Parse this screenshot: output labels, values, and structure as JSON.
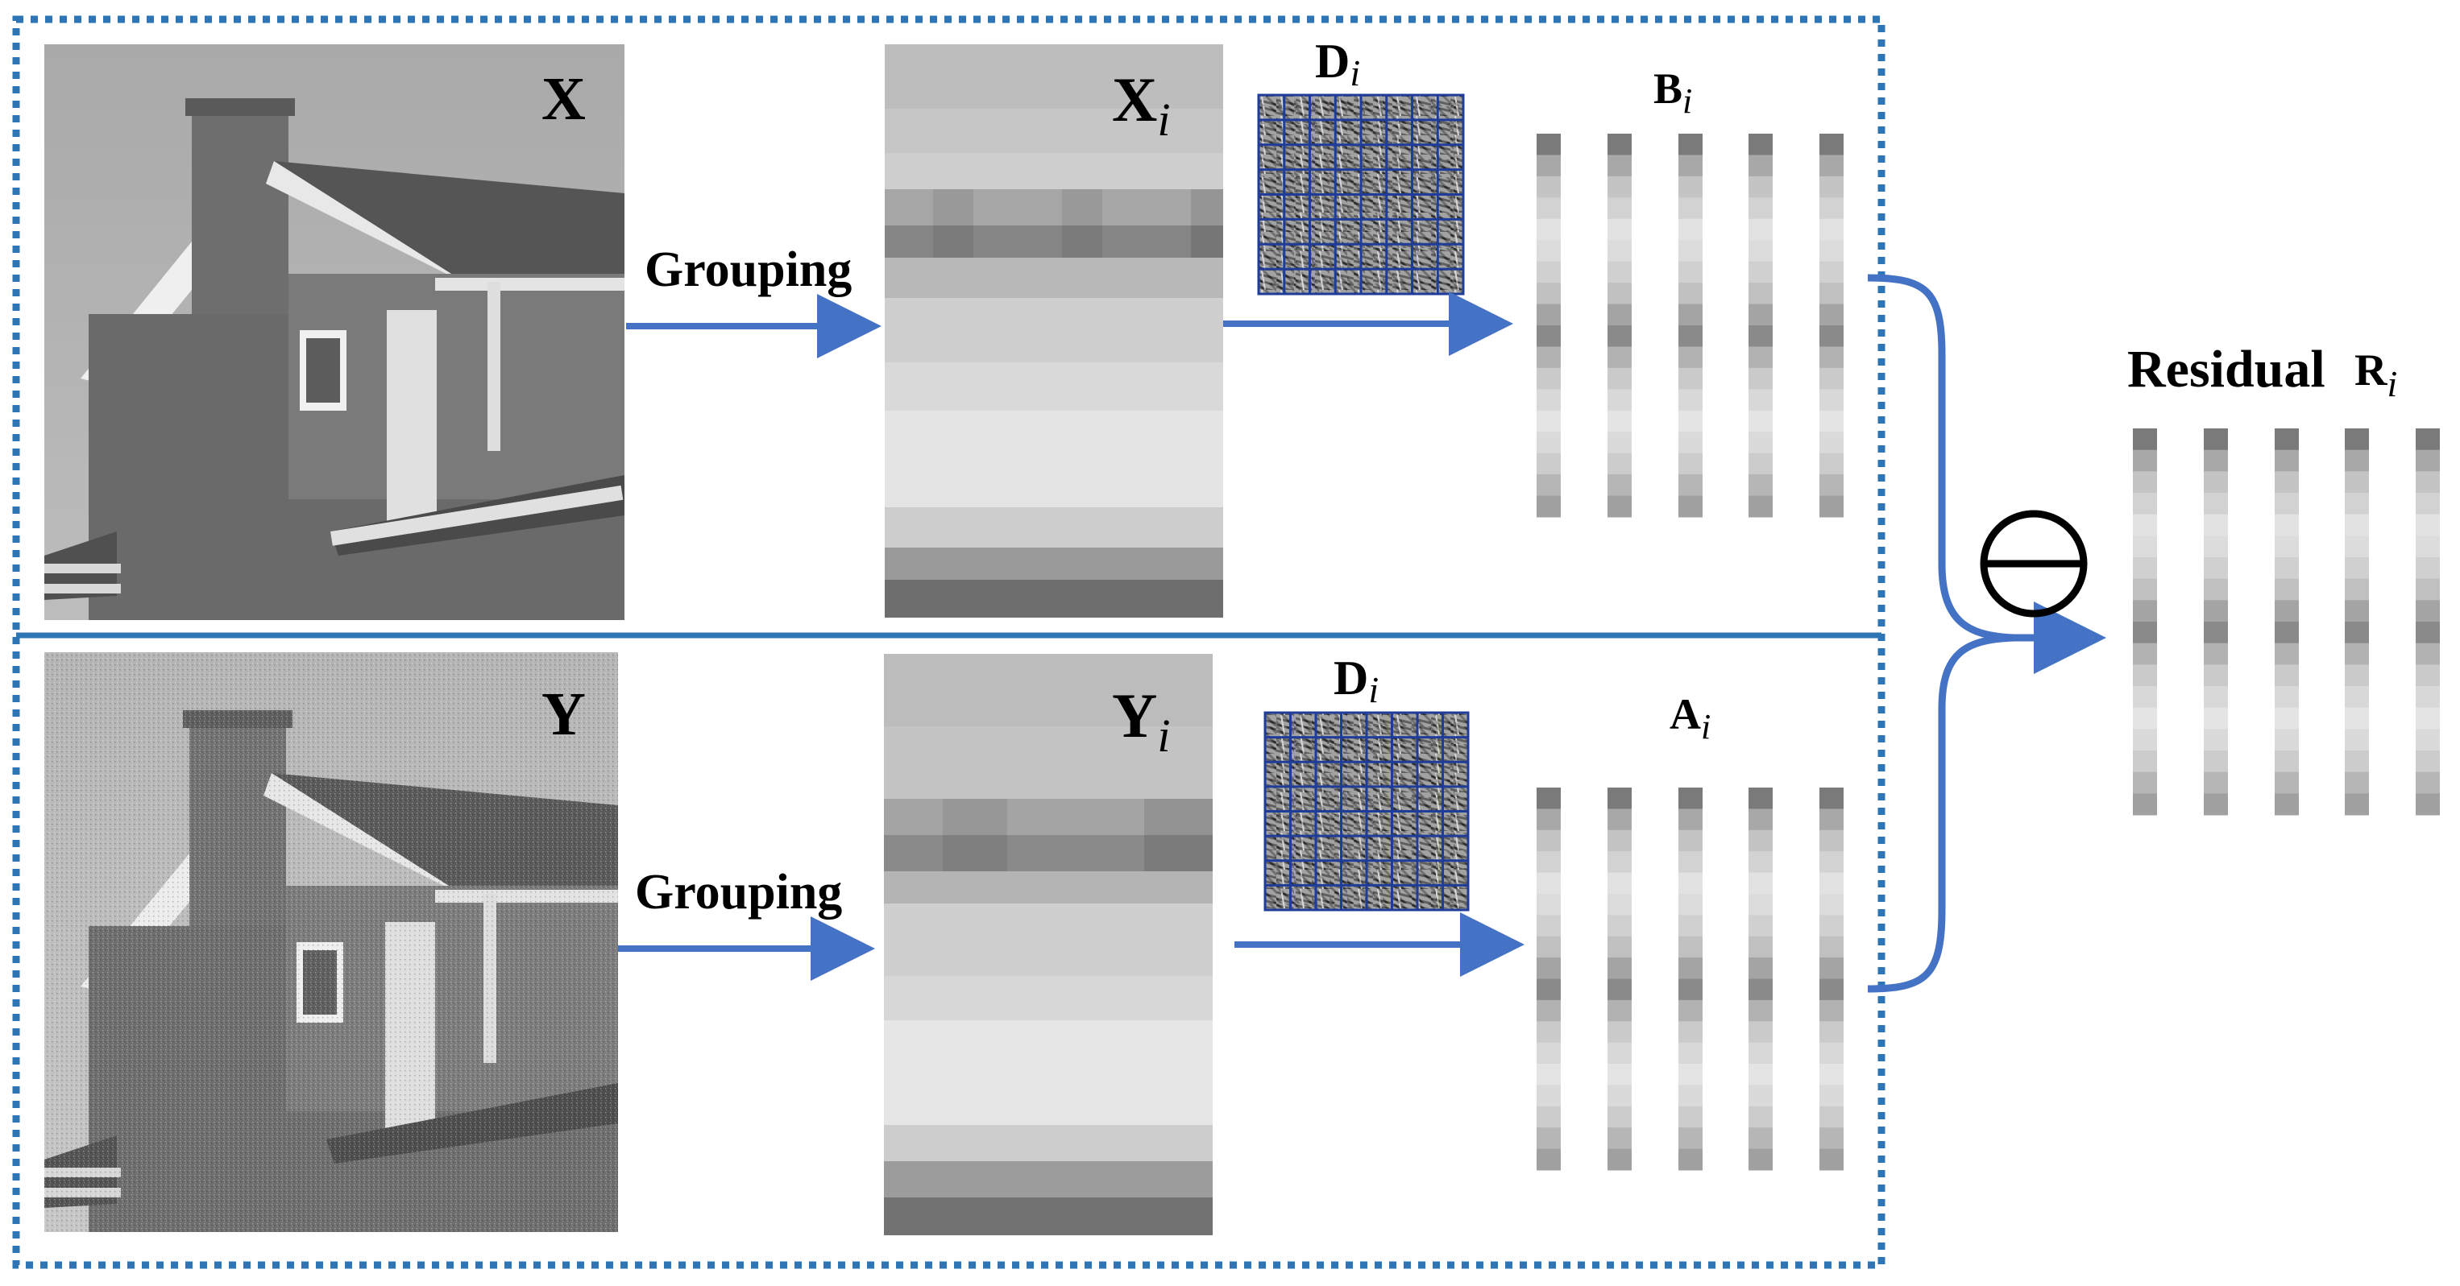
{
  "top_row": {
    "image_label": "X",
    "grouping_label": "Grouping",
    "group_label": "X",
    "group_sub": "i",
    "dict_label": "D",
    "dict_sub": "i",
    "code_label": "B",
    "code_sub": "i"
  },
  "bottom_row": {
    "image_label": "Y",
    "grouping_label": "Grouping",
    "group_label": "Y",
    "group_sub": "i",
    "dict_label": "D",
    "dict_sub": "i",
    "code_label": "A",
    "code_sub": "i"
  },
  "residual": {
    "title": "Residual",
    "label": "R",
    "sub": "i",
    "operator_symbol": "⊖"
  },
  "colors": {
    "arrow": "#4472c4",
    "dotted_border": "#2e75b6",
    "divider": "#2e75b6",
    "dict_grid": "#1f3c99"
  },
  "icons": {
    "house_image": "house-photo",
    "noisy_house_image": "noisy-house-photo",
    "dictionary": "dictionary-atoms-grid",
    "operator": "circle-minus-icon"
  }
}
